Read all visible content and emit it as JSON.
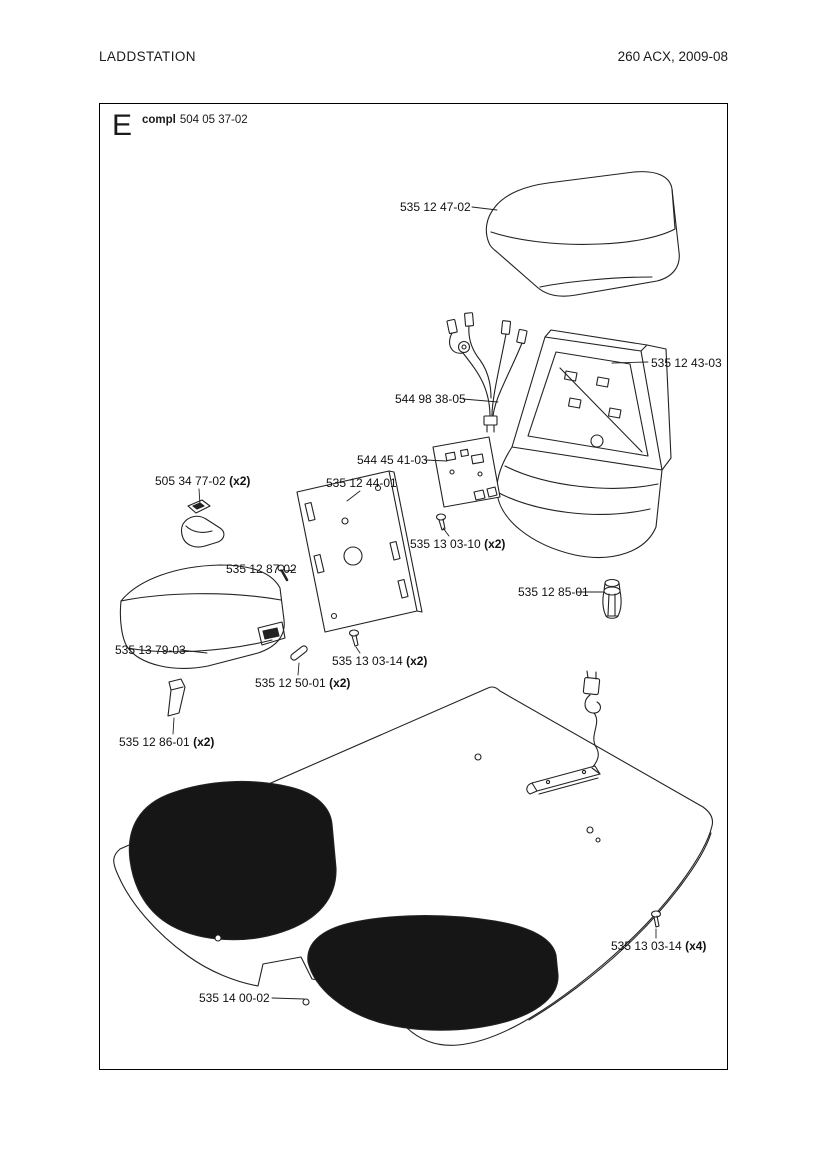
{
  "header": {
    "left": "LADDSTATION",
    "right": "260 ACX, 2009-08"
  },
  "section": {
    "letter": "E",
    "compl_label": "compl",
    "compl_number": "504 05 37-02"
  },
  "parts": [
    {
      "label": "535 12 47-02",
      "qty": ""
    },
    {
      "label": "535 12 43-03",
      "qty": ""
    },
    {
      "label": "544 98 38-05",
      "qty": ""
    },
    {
      "label": "544 45 41-03",
      "qty": ""
    },
    {
      "label": "535 12 44-01",
      "qty": ""
    },
    {
      "label": "505 34 77-02",
      "qty": " (x2)"
    },
    {
      "label": "535 13 03-10",
      "qty": " (x2)"
    },
    {
      "label": "535 12 87-02",
      "qty": ""
    },
    {
      "label": "535 12 85-01",
      "qty": ""
    },
    {
      "label": "535 13 79-03",
      "qty": ""
    },
    {
      "label": "535 13 03-14",
      "qty": " (x2)"
    },
    {
      "label": "535 12 50-01",
      "qty": " (x2)"
    },
    {
      "label": "535 12 86-01",
      "qty": " (x2)"
    },
    {
      "label": "535 13 03-14",
      "qty": " (x4)"
    },
    {
      "label": "535 14 00-02",
      "qty": ""
    }
  ],
  "colors": {
    "line": "#222222",
    "pad_fill": "#161616"
  }
}
